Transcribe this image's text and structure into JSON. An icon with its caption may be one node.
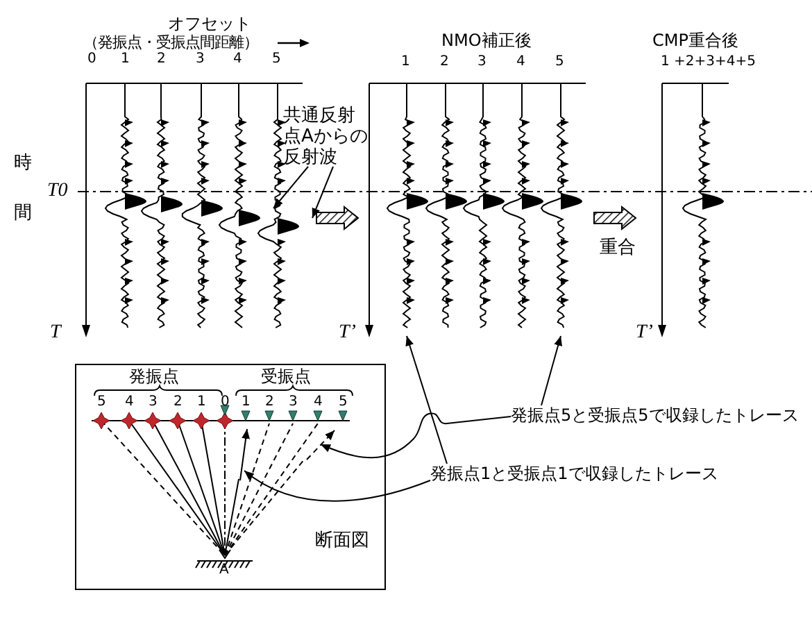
{
  "diagram": {
    "nodes": [
      {
        "text": [
          "オフセット",
          "（発振点・受振点間距離）"
        ]
      },
      {
        "text": [],
        "shape": "wave",
        "in": 0
      },
      {
        "text": [],
        "shape": "wave",
        "in": 0
      },
      {
        "text": [],
        "shape": "wave",
        "in": 0
      },
      {
        "text": [],
        "shape": "wave",
        "in": 0
      },
      {
        "text": [],
        "shape": "wave",
        "in": 0
      },
      {
        "text": [
          "共通反射点Aからの反射波"
        ]
      },
      {
        "text": [
          "NMO補正後"
        ]
      },
      {
        "text": [],
        "shape": "wave",
        "in": 7
      },
      {
        "text": [],
        "shape": "wave",
        "in": 7
      },
      {
        "text": [],
        "shape": "wave",
        "in": 7
      },
      {
        "text": [],
        "shape": "wave",
        "in": 7
      },
      {
        "text": [],
        "shape": "wave",
        "in": 7
      },
      {
        "text": [
          "CMP重合後"
        ]
      },
      {
        "text": [],
        "shape": "wave",
        "in": 13
      },
      {
        "text": [
          "断面図"
        ]
      },
      {
        "text": [],
        "shape": "line",
        "in": 15
      },
      {
        "text": [],
        "shape": "line",
        "in": 15
      },
      {
        "text": [
          "発振点5と受振点5で収録したトレース"
        ]
      },
      {
        "text": [
          "発振点1と受振点1で収録したトレース"
        ]
      }
    ],
    "edges": [
      {
        "from": 0,
        "to": 7,
        "arrow": "to"
      },
      {
        "from": 7,
        "to": 13,
        "arrow": "to",
        "label": "重合"
      },
      {
        "from": 6,
        "to": 4,
        "arrow": "to"
      },
      {
        "from": 6,
        "to": 5,
        "arrow": "to"
      },
      {
        "from": 18,
        "to": 12,
        "arrow": "to"
      },
      {
        "from": 18,
        "to": 17,
        "arrow": "to"
      },
      {
        "from": 19,
        "to": 8,
        "arrow": "to"
      },
      {
        "from": 19,
        "to": 16,
        "arrow": "to"
      }
    ],
    "labels": [
      "0",
      "1",
      "2",
      "3",
      "4",
      "5",
      "時間",
      "T0",
      "T",
      "1",
      "2",
      "3",
      "4",
      "5",
      "T’",
      "1 +2+3+4+5",
      "T’",
      "発振点",
      "受振点",
      "5",
      "4",
      "3",
      "2",
      "1",
      "0",
      "1",
      "2",
      "3",
      "4",
      "5",
      "A"
    ]
  }
}
